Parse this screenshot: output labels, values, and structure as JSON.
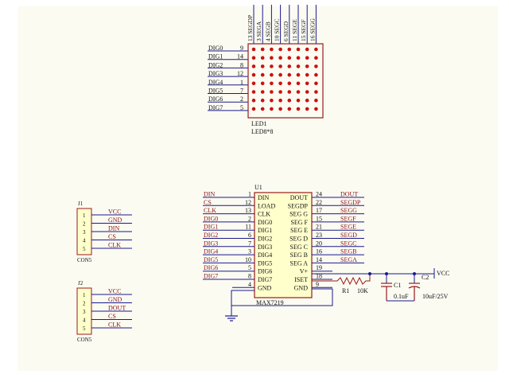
{
  "colors": {
    "sheet": "#fbfbf2",
    "wire": "#1a1a90",
    "outline": "#9b1a1a",
    "body_fill": "#ffffcc",
    "led_dot": "#cc1111",
    "text": "#111111",
    "label": "#8a1010"
  },
  "led": {
    "designator": "LED1",
    "part": "LED8*8",
    "rows": [
      {
        "net": "DIG0",
        "pin": "9"
      },
      {
        "net": "DIG1",
        "pin": "14"
      },
      {
        "net": "DIG2",
        "pin": "8"
      },
      {
        "net": "DIG3",
        "pin": "12"
      },
      {
        "net": "DIG4",
        "pin": "1"
      },
      {
        "net": "DIG5",
        "pin": "7"
      },
      {
        "net": "DIG6",
        "pin": "2"
      },
      {
        "net": "DIG7",
        "pin": "5"
      }
    ],
    "columns": [
      {
        "label": "13 SEGDP"
      },
      {
        "label": "3 SEGA"
      },
      {
        "label": "4 SEGB"
      },
      {
        "label": "10 SEGC"
      },
      {
        "label": "6 SEGD"
      },
      {
        "label": "11 SEGE"
      },
      {
        "label": "15 SEGF"
      },
      {
        "label": "16 SEGG"
      }
    ]
  },
  "ic": {
    "designator": "U1",
    "part": "MAX7219",
    "left_pins": [
      {
        "net": "DIN",
        "pin": "1",
        "name": "DIN"
      },
      {
        "net": "CS",
        "pin": "12",
        "name": "LOAD"
      },
      {
        "net": "CLK",
        "pin": "13",
        "name": "CLK"
      },
      {
        "net": "DIG0",
        "pin": "2",
        "name": "DIG0"
      },
      {
        "net": "DIG1",
        "pin": "11",
        "name": "DIG1"
      },
      {
        "net": "DIG2",
        "pin": "6",
        "name": "DIG2"
      },
      {
        "net": "DIG3",
        "pin": "7",
        "name": "DIG3"
      },
      {
        "net": "DIG4",
        "pin": "3",
        "name": "DIG4"
      },
      {
        "net": "DIG5",
        "pin": "10",
        "name": "DIG5"
      },
      {
        "net": "DIG6",
        "pin": "5",
        "name": "DIG6"
      },
      {
        "net": "DIG7",
        "pin": "8",
        "name": "DIG7"
      },
      {
        "net": "",
        "pin": "4",
        "name": "GND"
      }
    ],
    "right_pins": [
      {
        "net": "DOUT",
        "pin": "24",
        "name": "DOUT"
      },
      {
        "net": "SEGDP",
        "pin": "22",
        "name": "SEGDP"
      },
      {
        "net": "SEGG",
        "pin": "17",
        "name": "SEG G"
      },
      {
        "net": "SEGF",
        "pin": "15",
        "name": "SEG F"
      },
      {
        "net": "SEGE",
        "pin": "21",
        "name": "SEG E"
      },
      {
        "net": "SEGD",
        "pin": "23",
        "name": "SEG D"
      },
      {
        "net": "SEGC",
        "pin": "20",
        "name": "SEG C"
      },
      {
        "net": "SEGB",
        "pin": "16",
        "name": "SEG B"
      },
      {
        "net": "SEGA",
        "pin": "14",
        "name": "SEG A"
      },
      {
        "net": "",
        "pin": "19",
        "name": "V+"
      },
      {
        "net": "",
        "pin": "18",
        "name": "ISET"
      },
      {
        "net": "",
        "pin": "9",
        "name": "GND"
      }
    ]
  },
  "passives": {
    "r1": {
      "designator": "R1",
      "value": "10K"
    },
    "c1": {
      "designator": "C1",
      "value": "0.1uF"
    },
    "c2": {
      "designator": "C2",
      "value": "10uF/25V"
    },
    "vcc": "VCC"
  },
  "connectors": [
    {
      "designator": "J1",
      "part": "CON5",
      "pins": [
        {
          "pin": "1",
          "net": "VCC"
        },
        {
          "pin": "2",
          "net": "GND"
        },
        {
          "pin": "3",
          "net": "DIN"
        },
        {
          "pin": "4",
          "net": "CS"
        },
        {
          "pin": "5",
          "net": "CLK"
        }
      ]
    },
    {
      "designator": "J2",
      "part": "CON5",
      "pins": [
        {
          "pin": "1",
          "net": "VCC"
        },
        {
          "pin": "2",
          "net": "GND"
        },
        {
          "pin": "3",
          "net": "DOUT"
        },
        {
          "pin": "4",
          "net": "CS"
        },
        {
          "pin": "5",
          "net": "CLK"
        }
      ]
    }
  ]
}
